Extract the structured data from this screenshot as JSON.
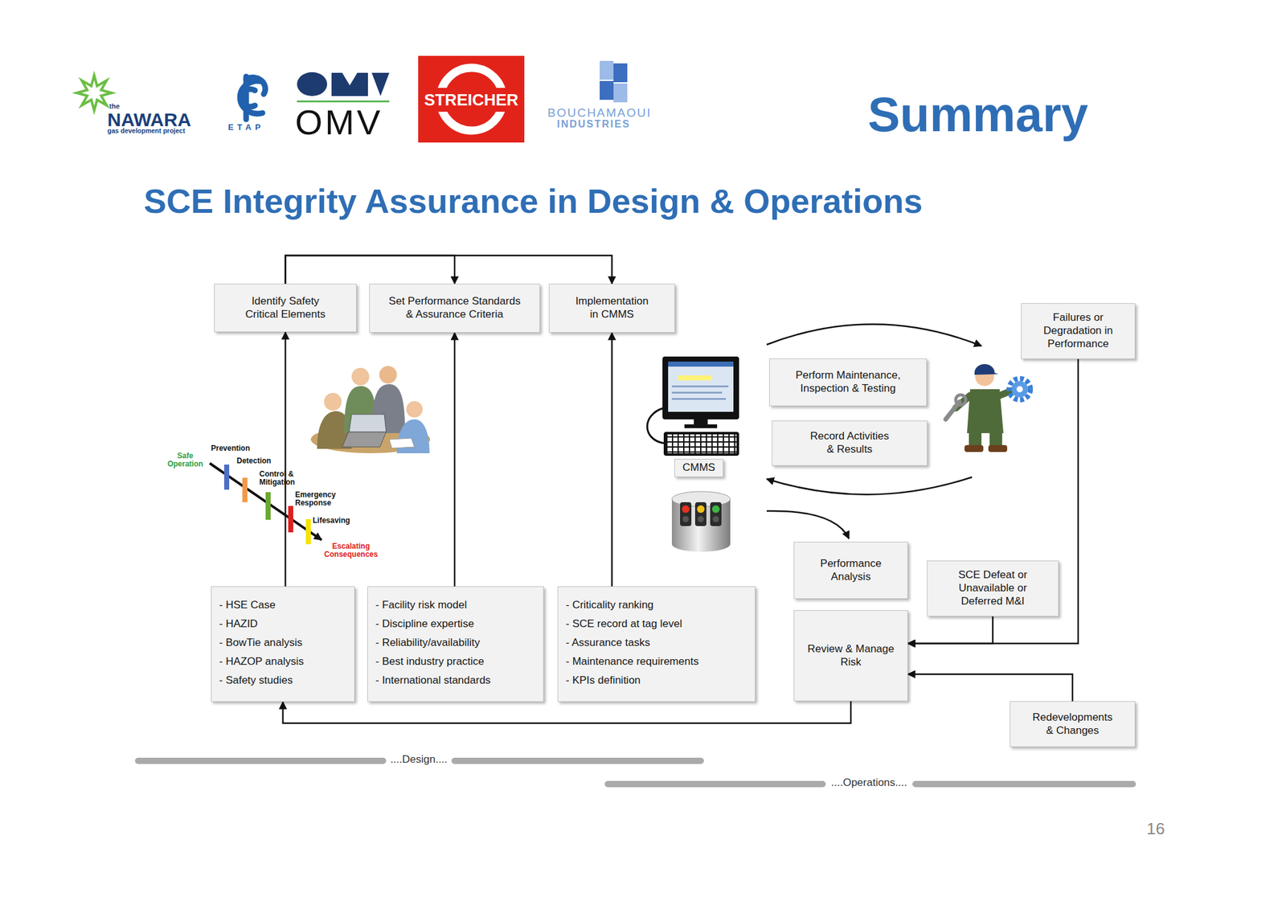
{
  "diagram": {
    "title": "Summary",
    "nodes": [
      {
        "text": [
          "Identify Safety Critical Elements"
        ]
      },
      {
        "text": [
          "Set Performance Standards & Assurance Criteria"
        ]
      },
      {
        "text": [
          "Implementation in CMMS"
        ]
      },
      {
        "text": [
          "Failures or Degradation in Performance"
        ]
      },
      {
        "text": [
          "Perform Maintenance, Inspection & Testing"
        ]
      },
      {
        "text": [
          "Record Activities & Results"
        ]
      },
      {
        "text": [
          "CMMS"
        ]
      },
      {
        "text": [
          "Performance Analysis"
        ]
      },
      {
        "text": [
          "SCE Defeat or Unavailable or Deferred M&I"
        ]
      },
      {
        "text": [
          "Review & Manage Risk"
        ]
      },
      {
        "text": [
          "- HSE Case",
          "- HAZID",
          "- BowTie analysis",
          "- HAZOP analysis",
          "- Safety studies"
        ]
      },
      {
        "text": [
          "- Facility risk model",
          "- Discipline expertise",
          "- Reliability/availability",
          "- Best industry practice",
          "- International standards"
        ]
      },
      {
        "text": [
          "- Criticality ranking",
          "- SCE record at tag level",
          "- Assurance tasks",
          "- Maintenance requirements",
          "- KPIs definition"
        ]
      },
      {
        "text": [
          "Redevelopments & Changes"
        ]
      }
    ],
    "edges": [
      {
        "from": 0,
        "to": 1,
        "arrow": "to"
      },
      {
        "from": 0,
        "to": 2,
        "arrow": "to"
      },
      {
        "from": 10,
        "to": 0,
        "arrow": "to"
      },
      {
        "from": 11,
        "to": 1,
        "arrow": "to"
      },
      {
        "from": 12,
        "to": 2,
        "arrow": "to"
      },
      {
        "from": 9,
        "to": 10,
        "arrow": "to"
      },
      {
        "from": 3,
        "to": 9,
        "arrow": "to"
      },
      {
        "from": 8,
        "to": 9,
        "arrow": "to"
      },
      {
        "from": 13,
        "to": 9,
        "arrow": "to"
      }
    ],
    "labels": [
      "the",
      "NAWARA",
      "gas development project",
      "ETAP",
      "OMV",
      "STREICHER",
      "BOUCHAMAOUI",
      "INDUSTRIES",
      "SCE Integrity Assurance in Design & Operations",
      "Safe Operation",
      "Prevention",
      "Detection",
      "Control & Mitigation",
      "Emergency Response",
      "Lifesaving",
      "Escalating Consequences",
      "....Design....",
      "....Operations....",
      "16"
    ]
  }
}
